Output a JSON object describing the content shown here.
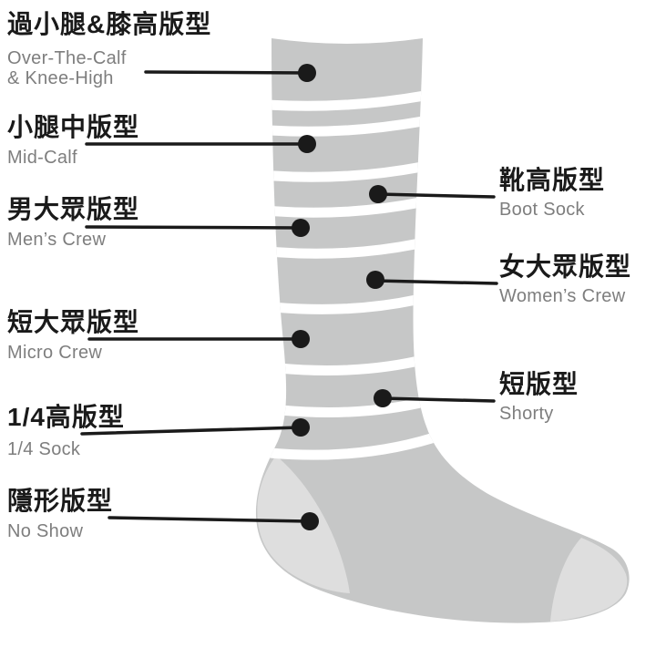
{
  "diagram": {
    "title_semantic": "sock-height-styles",
    "colors": {
      "background": "#ffffff",
      "sock": "#c6c7c7",
      "heel_toe": "#dedede",
      "stripe": "#ffffff",
      "line": "#1a1a1a",
      "english_text": "#7e7e7e"
    },
    "labels_left": [
      {
        "zh": "過小腿&膝高版型",
        "en": "Over-The-Calf & Knee-High"
      },
      {
        "zh": "小腿中版型",
        "en": "Mid-Calf"
      },
      {
        "zh": "男大眾版型",
        "en": "Men’s Crew"
      },
      {
        "zh": "短大眾版型",
        "en": "Micro Crew"
      },
      {
        "zh": "1/4高版型",
        "en": "1/4 Sock"
      },
      {
        "zh": "隱形版型",
        "en": "No Show"
      }
    ],
    "labels_right": [
      {
        "zh": "靴高版型",
        "en": "Boot Sock"
      },
      {
        "zh": "女大眾版型",
        "en": "Women’s Crew"
      },
      {
        "zh": "短版型",
        "en": "Shorty"
      }
    ]
  }
}
